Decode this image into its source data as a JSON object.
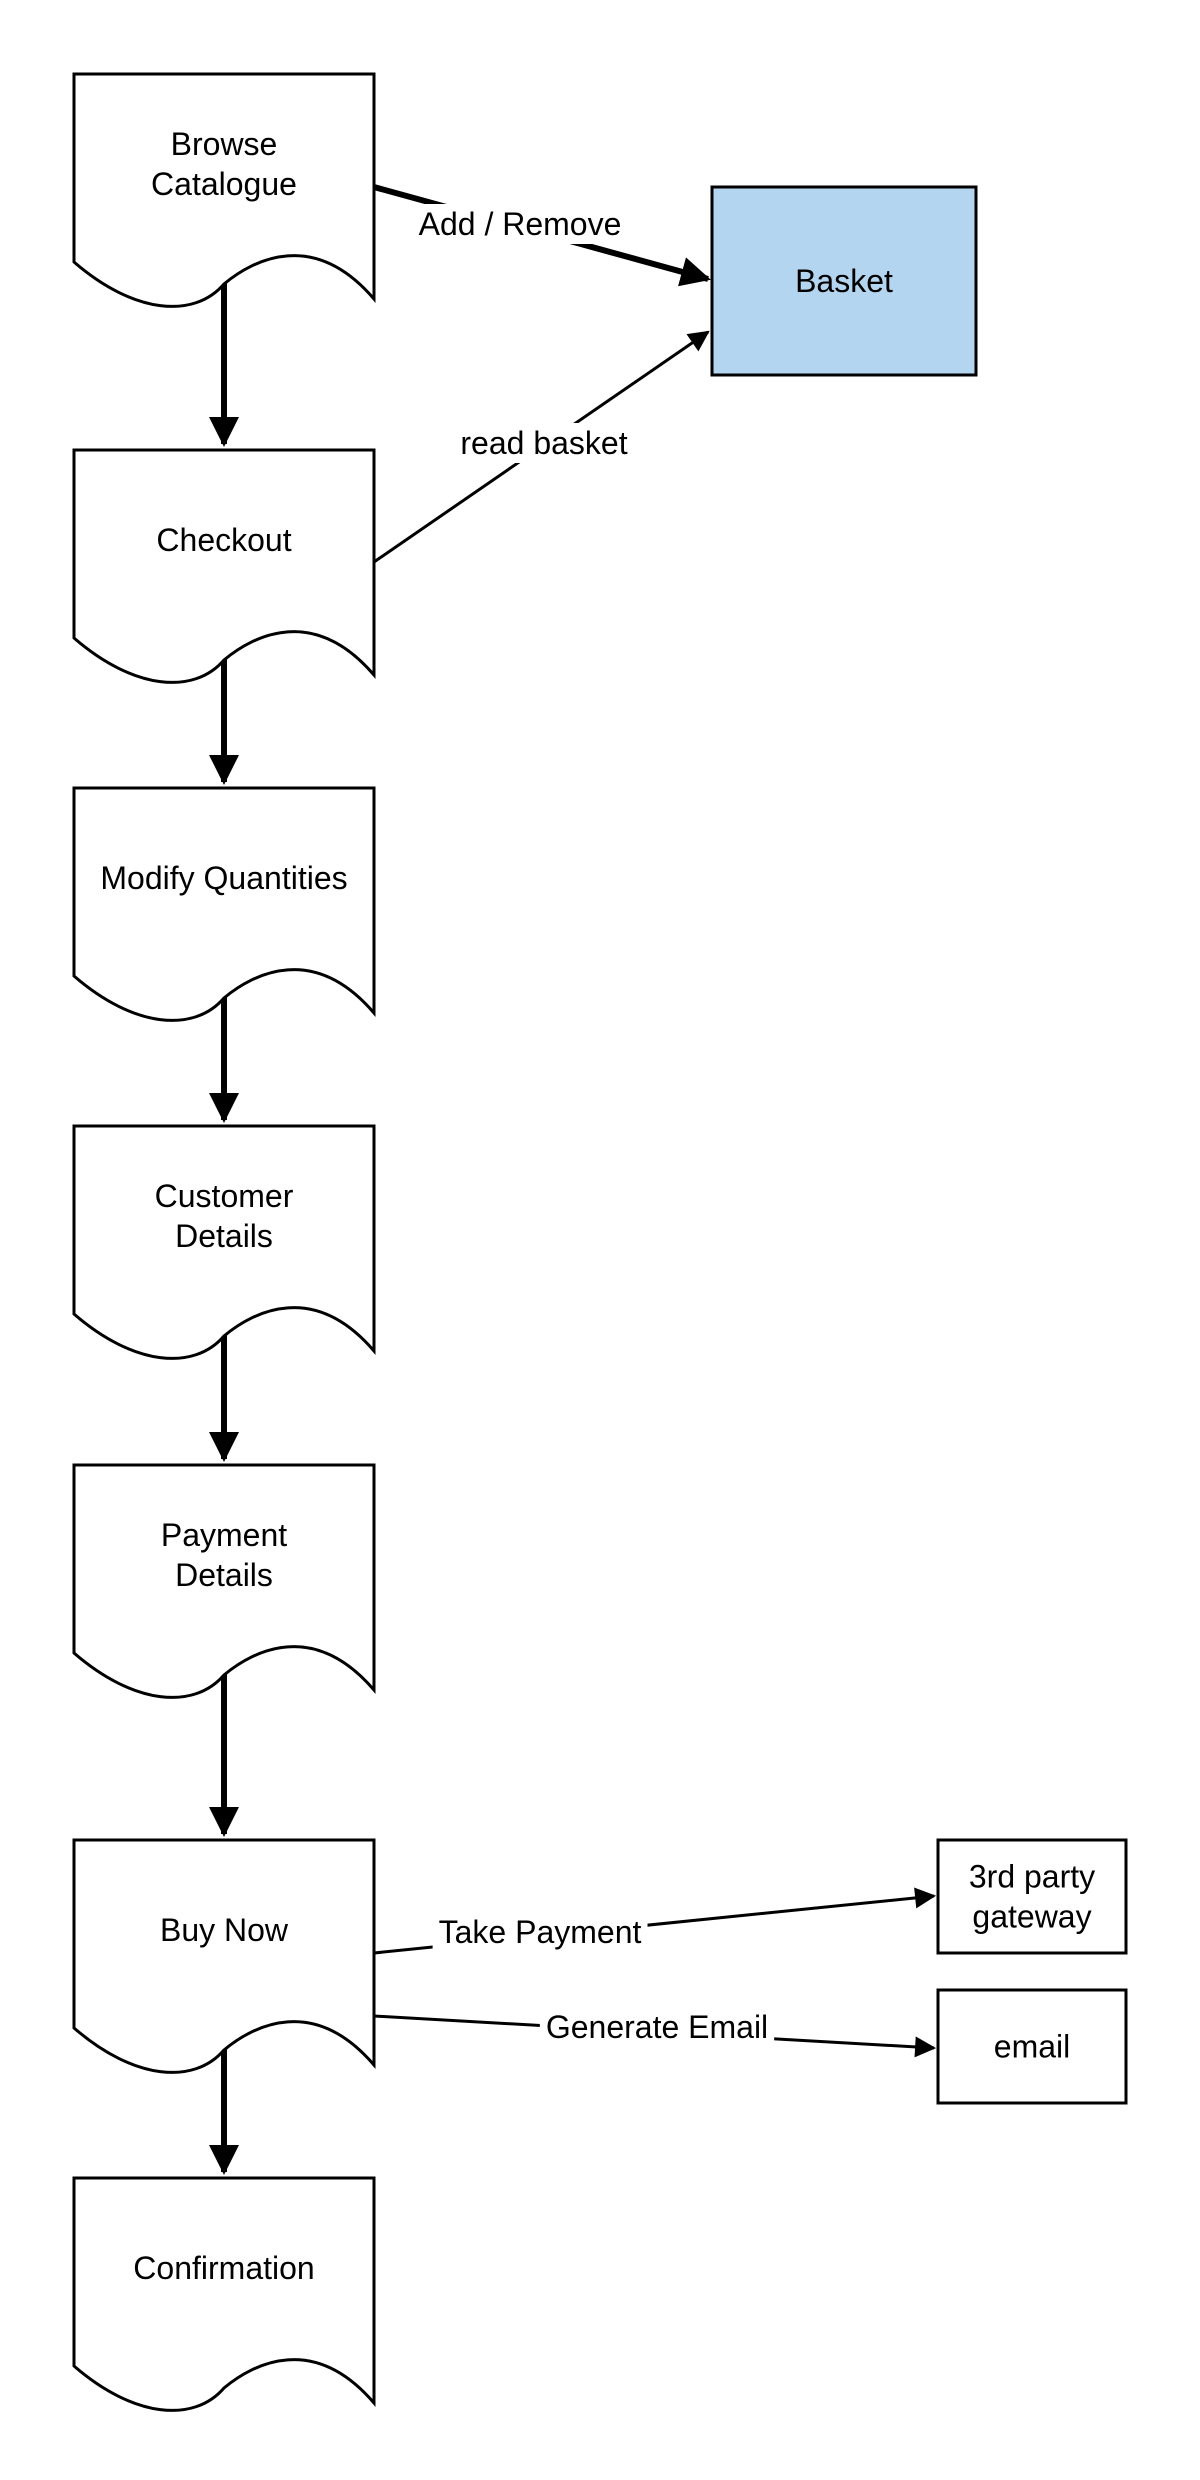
{
  "diagram": {
    "nodes": [
      {
        "id": "browse",
        "shape": "document",
        "lines": [
          "Browse",
          "Catalogue"
        ]
      },
      {
        "id": "checkout",
        "shape": "document",
        "lines": [
          "Checkout"
        ]
      },
      {
        "id": "modify",
        "shape": "document",
        "lines": [
          "Modify Quantities"
        ]
      },
      {
        "id": "customer",
        "shape": "document",
        "lines": [
          "Customer",
          "Details"
        ]
      },
      {
        "id": "payment",
        "shape": "document",
        "lines": [
          "Payment",
          "Details"
        ]
      },
      {
        "id": "buynow",
        "shape": "document",
        "lines": [
          "Buy Now"
        ]
      },
      {
        "id": "confirmation",
        "shape": "document",
        "lines": [
          "Confirmation"
        ]
      },
      {
        "id": "basket",
        "shape": "rect",
        "fill": "#b3d5f0",
        "lines": [
          "Basket"
        ]
      },
      {
        "id": "gateway",
        "shape": "rect",
        "fill": "#ffffff",
        "lines": [
          "3rd party",
          "gateway"
        ]
      },
      {
        "id": "email",
        "shape": "rect",
        "fill": "#ffffff",
        "lines": [
          "email"
        ]
      }
    ],
    "edges": [
      {
        "from": "browse",
        "to": "basket",
        "label": "Add / Remove"
      },
      {
        "from": "checkout",
        "to": "basket",
        "label": "read basket"
      },
      {
        "from": "browse",
        "to": "checkout",
        "label": ""
      },
      {
        "from": "checkout",
        "to": "modify",
        "label": ""
      },
      {
        "from": "modify",
        "to": "customer",
        "label": ""
      },
      {
        "from": "customer",
        "to": "payment",
        "label": ""
      },
      {
        "from": "payment",
        "to": "buynow",
        "label": ""
      },
      {
        "from": "buynow",
        "to": "confirmation",
        "label": ""
      },
      {
        "from": "buynow",
        "to": "gateway",
        "label": "Take Payment"
      },
      {
        "from": "buynow",
        "to": "email",
        "label": "Generate Email"
      }
    ],
    "colors": {
      "stroke": "#000000",
      "basket_fill": "#b3d5f0"
    }
  }
}
